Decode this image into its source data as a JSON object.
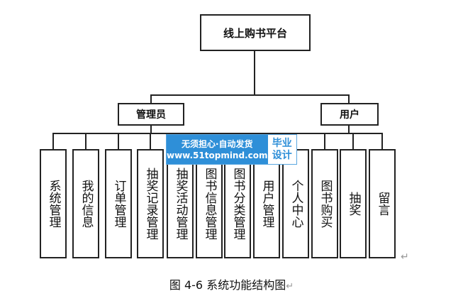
{
  "diagram": {
    "root": "线上购书平台",
    "groups": [
      {
        "label": "管理员",
        "items": [
          "系统管理",
          "我的信息",
          "订单管理",
          "抽奖记录管理",
          "抽奖活动管理",
          "图书信息管理",
          "图书分类管理"
        ]
      },
      {
        "label": "用户",
        "items": [
          "用户管理",
          "个人中心",
          "图书购买",
          "抽奖",
          "留言"
        ]
      }
    ],
    "caption": "图 4-6 系统功能结构图",
    "return_mark": "↵"
  },
  "watermark": {
    "line1": "无须担心·自动发货",
    "line2": "www.51topmind.com",
    "badge_line1": "毕业",
    "badge_line2": "设计"
  },
  "colors": {
    "line": "#222222",
    "watermark_blue": "#2e8fd8"
  }
}
